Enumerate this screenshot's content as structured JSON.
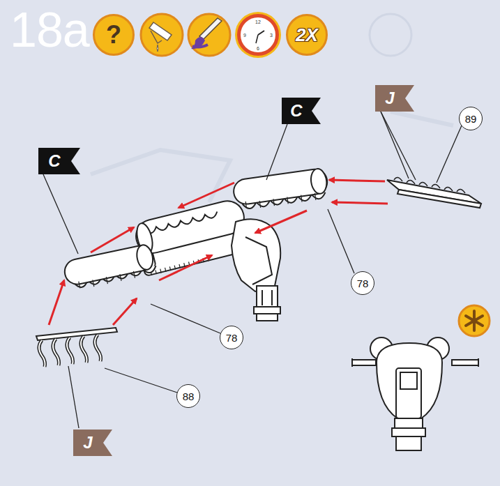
{
  "diagram": {
    "title": "18a",
    "nodes": [
      {
        "text": [
          "?"
        ]
      },
      {
        "text": [
          "12",
          "3",
          "6",
          "9"
        ]
      },
      {
        "text": [
          "2X"
        ]
      },
      {
        "text": [
          "C"
        ]
      },
      {
        "text": [
          "J"
        ]
      },
      {
        "text": [
          "89"
        ]
      },
      {
        "text": [
          "C"
        ]
      },
      {
        "text": [
          "78"
        ]
      },
      {
        "text": [
          "78"
        ]
      },
      {
        "text": [
          "88"
        ]
      },
      {
        "text": [
          "J"
        ]
      }
    ]
  }
}
